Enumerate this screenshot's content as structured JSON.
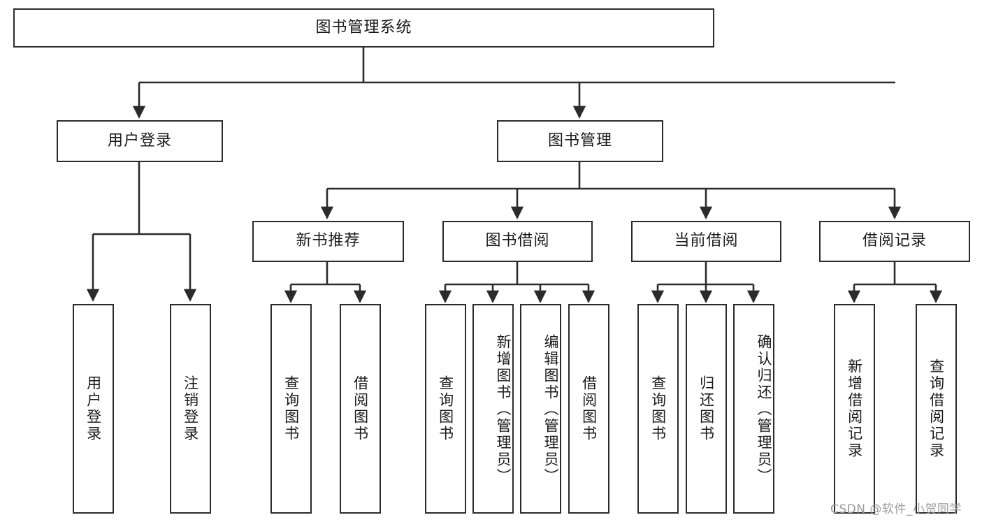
{
  "diagram": {
    "title": "图书管理系统",
    "type": "hierarchy-tree",
    "root": {
      "label": "图书管理系统"
    },
    "level2": [
      {
        "label": "用户登录"
      },
      {
        "label": "图书管理"
      }
    ],
    "level3": [
      {
        "label": "新书推荐"
      },
      {
        "label": "图书借阅"
      },
      {
        "label": "当前借阅"
      },
      {
        "label": "借阅记录"
      }
    ],
    "leaves": {
      "user_login": [
        {
          "label": "用户登录"
        },
        {
          "label": "注销登录"
        }
      ],
      "new_book_recommend": [
        {
          "label": "查询图书"
        },
        {
          "label": "借阅图书"
        }
      ],
      "book_borrow": [
        {
          "label": "查询图书"
        },
        {
          "label": "新增图书（管理员）"
        },
        {
          "label": "编辑图书（管理员）"
        },
        {
          "label": "借阅图书"
        }
      ],
      "current_borrow": [
        {
          "label": "查询图书"
        },
        {
          "label": "归还图书"
        },
        {
          "label": "确认归还（管理员）"
        }
      ],
      "borrow_records": [
        {
          "label": "新增借阅记录"
        },
        {
          "label": "查询借阅记录"
        }
      ]
    },
    "watermark": "CSDN @软件_小贺同学",
    "colors": {
      "stroke": "#2b2b2b",
      "fill": "#ffffff",
      "text": "#1a1a1a",
      "watermark": "#9a9a9a"
    }
  }
}
